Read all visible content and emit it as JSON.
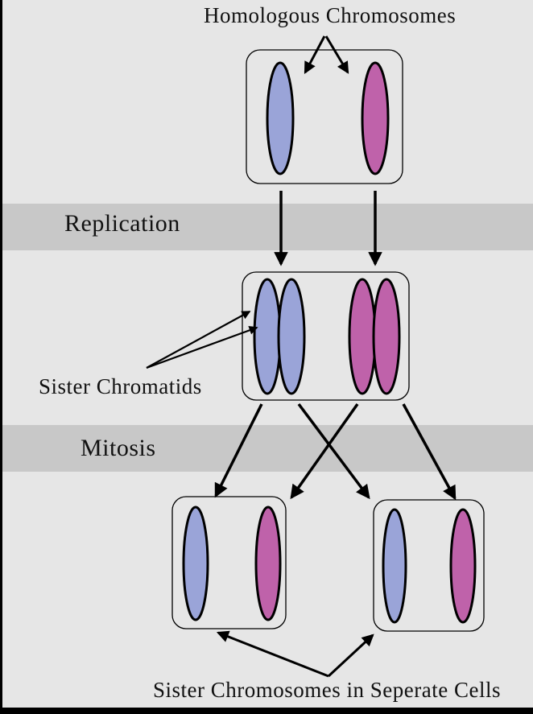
{
  "title": "Homologous Chromosomes",
  "stages": {
    "replication_label": "Replication",
    "mitosis_label": "Mitosis"
  },
  "annotations": {
    "sister_chromatids": "Sister Chromatids",
    "sister_chromosomes": "Sister Chromosomes in Seperate Cells"
  },
  "colors": {
    "background": "#e6e6e6",
    "band_gray": "#c8c8c8",
    "chromosome_blue": "#9aa4d8",
    "chromosome_pink": "#bf62aa",
    "outline_black": "#000000"
  },
  "cells": {
    "parent_cell": {
      "chromosomes": [
        "blue",
        "pink"
      ]
    },
    "replicated_cell": {
      "chromatid_pairs": [
        "blue",
        "blue",
        "pink",
        "pink"
      ]
    },
    "daughter_cells": [
      {
        "chromosomes": [
          "blue",
          "pink"
        ]
      },
      {
        "chromosomes": [
          "blue",
          "pink"
        ]
      }
    ]
  }
}
